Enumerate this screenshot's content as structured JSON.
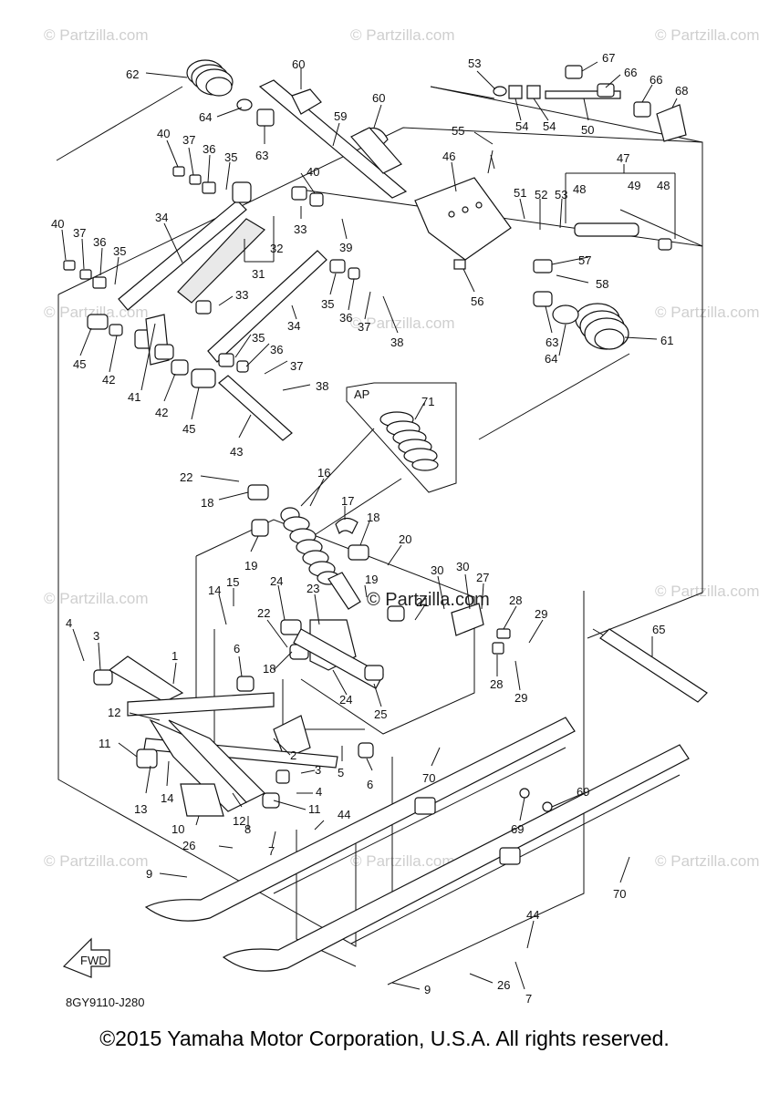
{
  "watermark": {
    "text": "© Partzilla.com",
    "center_text": "© Partzilla.com"
  },
  "diagram_code": "8GY9110-J280",
  "fwd_label": "FWD",
  "detail_label": "AP",
  "copyright": "©2015 Yamaha Motor Corporation, U.S.A. All rights reserved.",
  "callouts": {
    "c62": "62",
    "c60a": "60",
    "c60b": "60",
    "c59": "59",
    "c64a": "64",
    "c63a": "63",
    "c53a": "53",
    "c54a": "54",
    "c54b": "54",
    "c50": "50",
    "c67": "67",
    "c66a": "66",
    "c66b": "66",
    "c68": "68",
    "c55": "55",
    "c46": "46",
    "c47": "47",
    "c51": "51",
    "c52": "52",
    "c53b": "53",
    "c48a": "48",
    "c49": "49",
    "c48b": "48",
    "c57": "57",
    "c56": "56",
    "c58": "58",
    "c63b": "63",
    "c64b": "64",
    "c61": "61",
    "c40a": "40",
    "c37a": "37",
    "c36a": "36",
    "c35a": "35",
    "c40b": "40",
    "c34a": "34",
    "c40c": "40",
    "c37b": "37",
    "c36b": "36",
    "c35b": "35",
    "c33a": "33",
    "c39": "39",
    "c32": "32",
    "c31": "31",
    "c33b": "33",
    "c35c": "35",
    "c36c": "36",
    "c37c": "37",
    "c38a": "38",
    "c34b": "34",
    "c45a": "45",
    "c42a": "42",
    "c41": "41",
    "c35d": "35",
    "c36d": "36",
    "c37d": "37",
    "c38b": "38",
    "c42b": "42",
    "c45b": "45",
    "c43": "43",
    "c71": "71",
    "c22a": "22",
    "c16": "16",
    "c18a": "18",
    "c17": "17",
    "c19a": "19",
    "c18b": "18",
    "c20": "20",
    "c15": "15",
    "c14a": "14",
    "c24a": "24",
    "c23": "23",
    "c19b": "19",
    "c21": "21",
    "c30a": "30",
    "c30b": "30",
    "c27": "27",
    "c28a": "28",
    "c29a": "29",
    "c28b": "28",
    "c29b": "29",
    "c22b": "22",
    "c18c": "18",
    "c24b": "24",
    "c25": "25",
    "c4a": "4",
    "c3a": "3",
    "c1": "1",
    "c6a": "6",
    "c65": "65",
    "c12a": "12",
    "c11a": "11",
    "c2": "2",
    "c3b": "3",
    "c5": "5",
    "c6b": "6",
    "c70a": "70",
    "c13": "13",
    "c14b": "14",
    "c4b": "4",
    "c11b": "11",
    "c44a": "44",
    "c12b": "12",
    "c8": "8",
    "c10": "10",
    "c69a": "69",
    "c69b": "69",
    "c7a": "7",
    "c26a": "26",
    "c9a": "9",
    "c70b": "70",
    "c44b": "44",
    "c26b": "26",
    "c7b": "7",
    "c9b": "9"
  }
}
